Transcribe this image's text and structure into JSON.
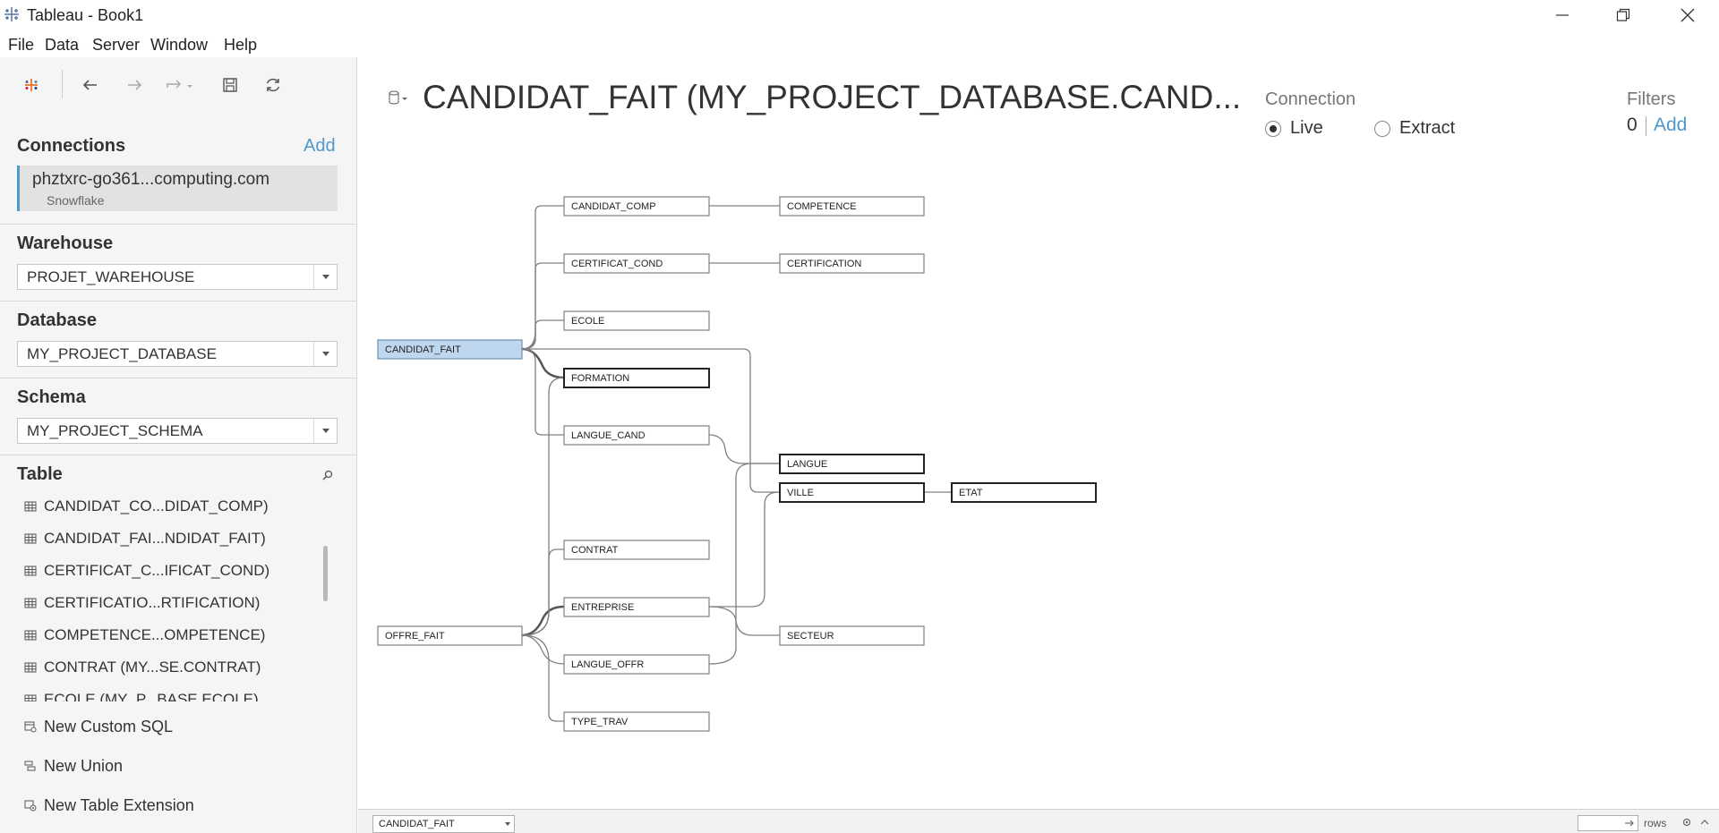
{
  "window": {
    "title": "Tableau - Book1"
  },
  "menu": [
    "File",
    "Data",
    "Server",
    "Window",
    "Help"
  ],
  "sidebar": {
    "connections_title": "Connections",
    "add_label": "Add",
    "connection": {
      "name": "phztxrc-go361...computing.com",
      "type": "Snowflake"
    },
    "warehouse_title": "Warehouse",
    "warehouse_value": "PROJET_WAREHOUSE",
    "database_title": "Database",
    "database_value": "MY_PROJECT_DATABASE",
    "schema_title": "Schema",
    "schema_value": "MY_PROJECT_SCHEMA",
    "table_title": "Table",
    "tables": [
      "CANDIDAT_CO...DIDAT_COMP)",
      "CANDIDAT_FAI...NDIDAT_FAIT)",
      "CERTIFICAT_C...IFICAT_COND)",
      "CERTIFICATIO...RTIFICATION)",
      "COMPETENCE...OMPETENCE)",
      "CONTRAT (MY...SE.CONTRAT)",
      "ECOLE (MY_P...BASE.ECOLE)"
    ],
    "actions": [
      "New Custom SQL",
      "New Union",
      "New Table Extension"
    ]
  },
  "main": {
    "title": "CANDIDAT_FAIT (MY_PROJECT_DATABASE.CAND...",
    "connection_label": "Connection",
    "live_label": "Live",
    "extract_label": "Extract",
    "selected_connection": "Live",
    "filters_label": "Filters",
    "filters_count": "0",
    "filters_add": "Add"
  },
  "diagram": {
    "tables": {
      "candidat_fait": "CANDIDAT_FAIT",
      "offre_fait": "OFFRE_FAIT",
      "candidat_comp": "CANDIDAT_COMP",
      "certificat_cond": "CERTIFICAT_COND",
      "ecole": "ECOLE",
      "formation": "FORMATION",
      "langue_cand": "LANGUE_CAND",
      "contrat": "CONTRAT",
      "entreprise": "ENTREPRISE",
      "langue_offr": "LANGUE_OFFR",
      "type_trav": "TYPE_TRAV",
      "competence": "COMPETENCE",
      "certification": "CERTIFICATION",
      "langue": "LANGUE",
      "ville": "VILLE",
      "secteur": "SECTEUR",
      "etat": "ETAT"
    }
  },
  "bottom": {
    "sheet_select": "CANDIDAT_FAIT",
    "rows_label": "rows"
  },
  "colors": {
    "accent": "#4f98c9",
    "selected_table": "#bed7ee"
  }
}
